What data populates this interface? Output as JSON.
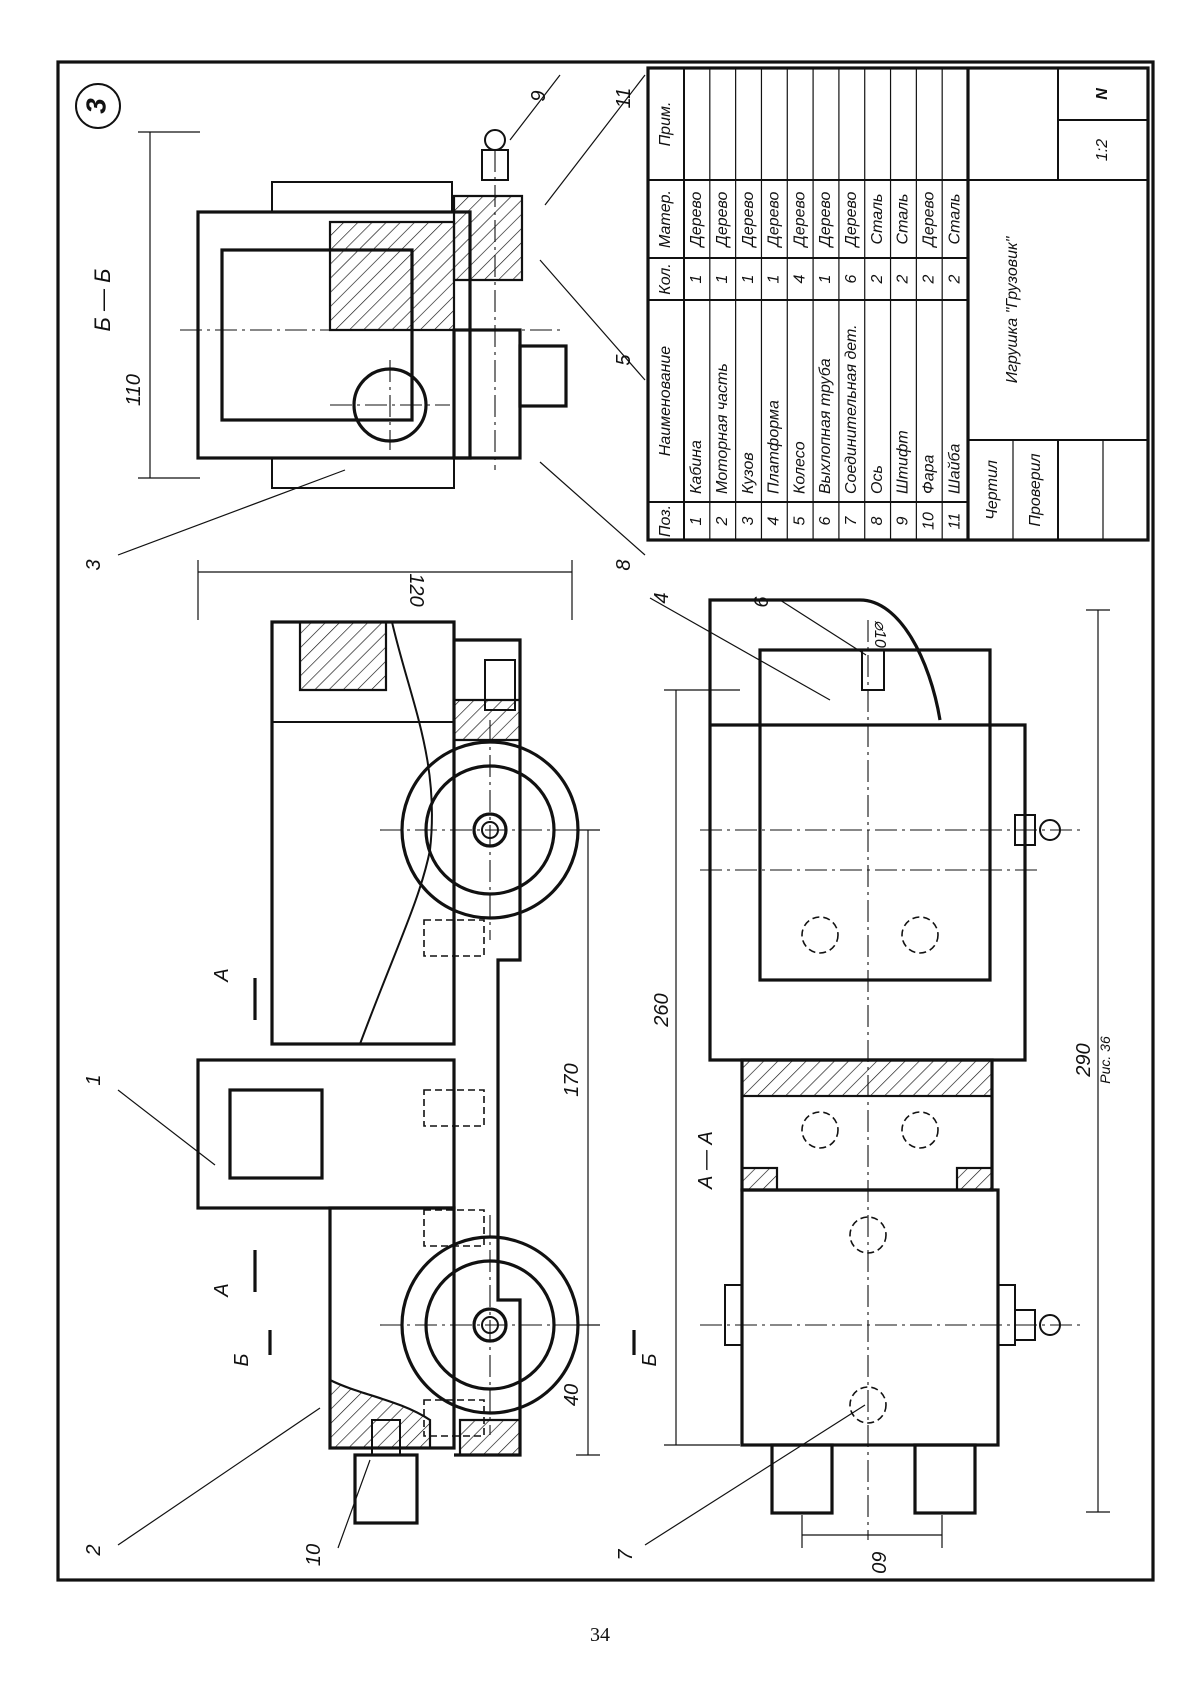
{
  "sheet_number": "3",
  "page_number": "34",
  "figure_caption": "Рис. 36",
  "section_labels": {
    "bb": "Б — Б",
    "aa": "А — А",
    "a_mark": "А",
    "b_mark": "Б"
  },
  "dimensions": {
    "top_width": "110",
    "front_height": "120",
    "wheel_base": "170",
    "front_offset": "40",
    "plan_inner_length": "260",
    "plan_total_length": "290",
    "headlight_spacing": "60",
    "pipe_diameter": "⌀10"
  },
  "callouts": [
    "1",
    "2",
    "3",
    "4",
    "5",
    "6",
    "7",
    "8",
    "9",
    "10",
    "11"
  ],
  "title_block": {
    "headers": {
      "pos": "Поз.",
      "name": "Наименование",
      "qty": "Кол.",
      "material": "Матер.",
      "note": "Прим."
    },
    "rows": [
      {
        "pos": "1",
        "name": "Кабина",
        "qty": "1",
        "material": "Дерево"
      },
      {
        "pos": "2",
        "name": "Моторная часть",
        "qty": "1",
        "material": "Дерево"
      },
      {
        "pos": "3",
        "name": "Кузов",
        "qty": "1",
        "material": "Дерево"
      },
      {
        "pos": "4",
        "name": "Платформа",
        "qty": "1",
        "material": "Дерево"
      },
      {
        "pos": "5",
        "name": "Колесо",
        "qty": "4",
        "material": "Дерево"
      },
      {
        "pos": "6",
        "name": "Выхлопная труба",
        "qty": "1",
        "material": "Дерево"
      },
      {
        "pos": "7",
        "name": "Соединительная дет.",
        "qty": "6",
        "material": "Дерево"
      },
      {
        "pos": "8",
        "name": "Ось",
        "qty": "2",
        "material": "Сталь"
      },
      {
        "pos": "9",
        "name": "Штифт",
        "qty": "2",
        "material": "Сталь"
      },
      {
        "pos": "10",
        "name": "Фара",
        "qty": "2",
        "material": "Дерево"
      },
      {
        "pos": "11",
        "name": "Шайба",
        "qty": "2",
        "material": "Сталь"
      }
    ],
    "drawn_by": "Чертил",
    "checked_by": "Проверил",
    "product_name": "Игрушка \"Грузовик\"",
    "scale": "1:2",
    "doc_number": "N"
  }
}
